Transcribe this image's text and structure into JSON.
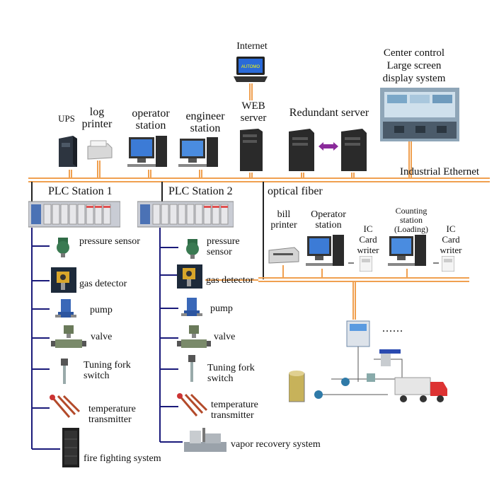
{
  "labels": {
    "internet": "Internet",
    "center_control": [
      "Center control",
      "Large screen",
      "display system"
    ],
    "ups": "UPS",
    "log_printer": [
      "log",
      "printer"
    ],
    "operator_station": [
      "operator",
      "station"
    ],
    "engineer_station": [
      "engineer",
      "station"
    ],
    "web_server": [
      "WEB",
      "server"
    ],
    "redundant_server": "Redundant server",
    "industrial_ethernet": "Industrial Ethernet",
    "plc1": "PLC Station 1",
    "plc2": "PLC Station 2",
    "optical_fiber": "optical fiber",
    "bill_printer": [
      "bill",
      "printer"
    ],
    "operator_station2": [
      "Operator",
      "station"
    ],
    "ic_card_writer": [
      "IC",
      "Card",
      "writer"
    ],
    "counting_station": [
      "Counting",
      "station",
      "(Loading)"
    ],
    "ellipsis": "......"
  },
  "plc1_devices": [
    "pressure sensor",
    "gas detector",
    "pump",
    "valve",
    "Tuning fork switch",
    "temperature transmitter",
    "fire fighting system"
  ],
  "plc2_devices": [
    "pressure sensor",
    "gas detector",
    "pump",
    "valve",
    "Tuning fork switch",
    "temperature transmitter",
    "vapor recovery system"
  ],
  "colors": {
    "ethernet": "#f0a050",
    "dark_line": "#1a1a7a",
    "black_line": "#222222"
  },
  "icons": [
    "laptop-icon",
    "ups-icon",
    "printer-icon",
    "pc-icon",
    "server-icon",
    "large-screen-icon",
    "plc-rack-icon",
    "pressure-sensor-icon",
    "gas-detector-icon",
    "pump-icon",
    "valve-icon",
    "tuning-fork-icon",
    "temperature-transmitter-icon",
    "fire-cabinet-icon",
    "vapor-recovery-icon",
    "loading-process-icon",
    "ic-card-writer-icon",
    "bidirectional-arrow-icon"
  ]
}
